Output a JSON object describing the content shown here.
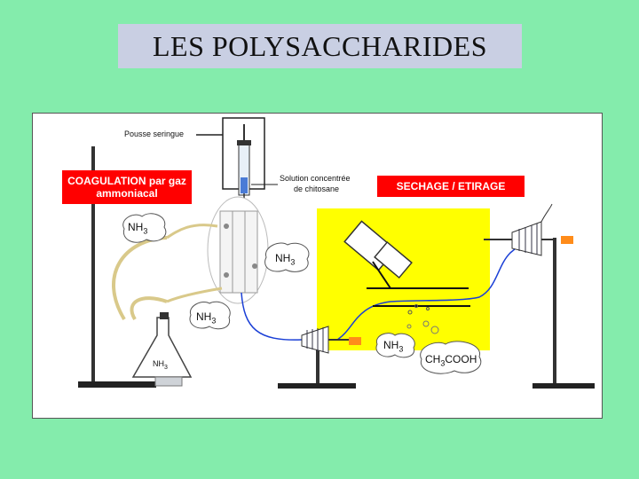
{
  "title": "LES POLYSACCHARIDES",
  "labels": {
    "pousse_seringue": "Pousse seringue",
    "coagulation": "COAGULATION   par gaz ammoniacal",
    "solution_line1": "Solution concentrée",
    "solution_line2": "de chitosane",
    "sechage": "SECHAGE / ETIRAGE",
    "nh3": "NH",
    "sub3": "3",
    "ch3cooh_a": "CH",
    "ch3cooh_b": "COOH"
  },
  "colors": {
    "background": "#84ecac",
    "title_box": "#c9cfe3",
    "red_label": "#ff0000",
    "drying_zone": "#ffff00",
    "orange_clamp": "#ff8c1a",
    "blue_fiber": "#1a3fd6"
  }
}
